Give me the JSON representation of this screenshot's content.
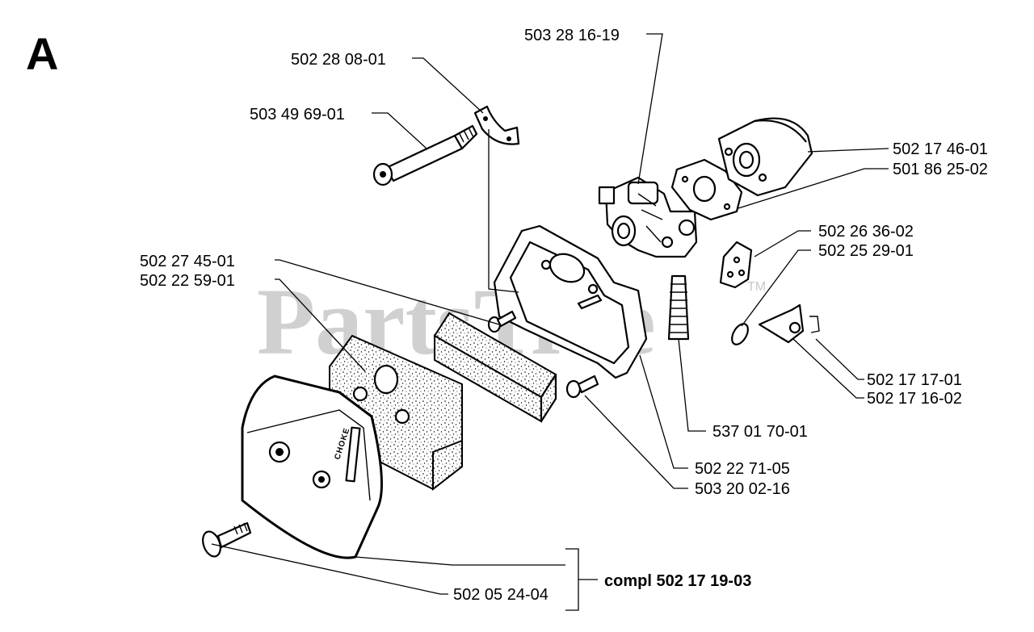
{
  "section_letter": "A",
  "watermark": {
    "text": "PartsTree",
    "trademark": "TM"
  },
  "callouts": {
    "carburetor": "503 28 16-19",
    "mount_bracket": "502 28 08-01",
    "bolt": "503 49 69-01",
    "intake_elbow": "502 17 46-01",
    "gasket": "501 86 25-02",
    "choke_plate": "502 26 36-02",
    "spring_clip": "502 25 29-01",
    "filter_pad": "502 27 45-01",
    "foam_filter": "502 22 59-01",
    "wire_pin": "502 17 17-01",
    "choke_lever": "502 17 16-02",
    "bellows": "537 01 70-01",
    "screw_a": "502 22 71-05",
    "screw_b": "503 20 02-16",
    "knob": "502 05 24-04",
    "assembly": "compl 502 17 19-03"
  },
  "cover_marking": "CHOKE"
}
